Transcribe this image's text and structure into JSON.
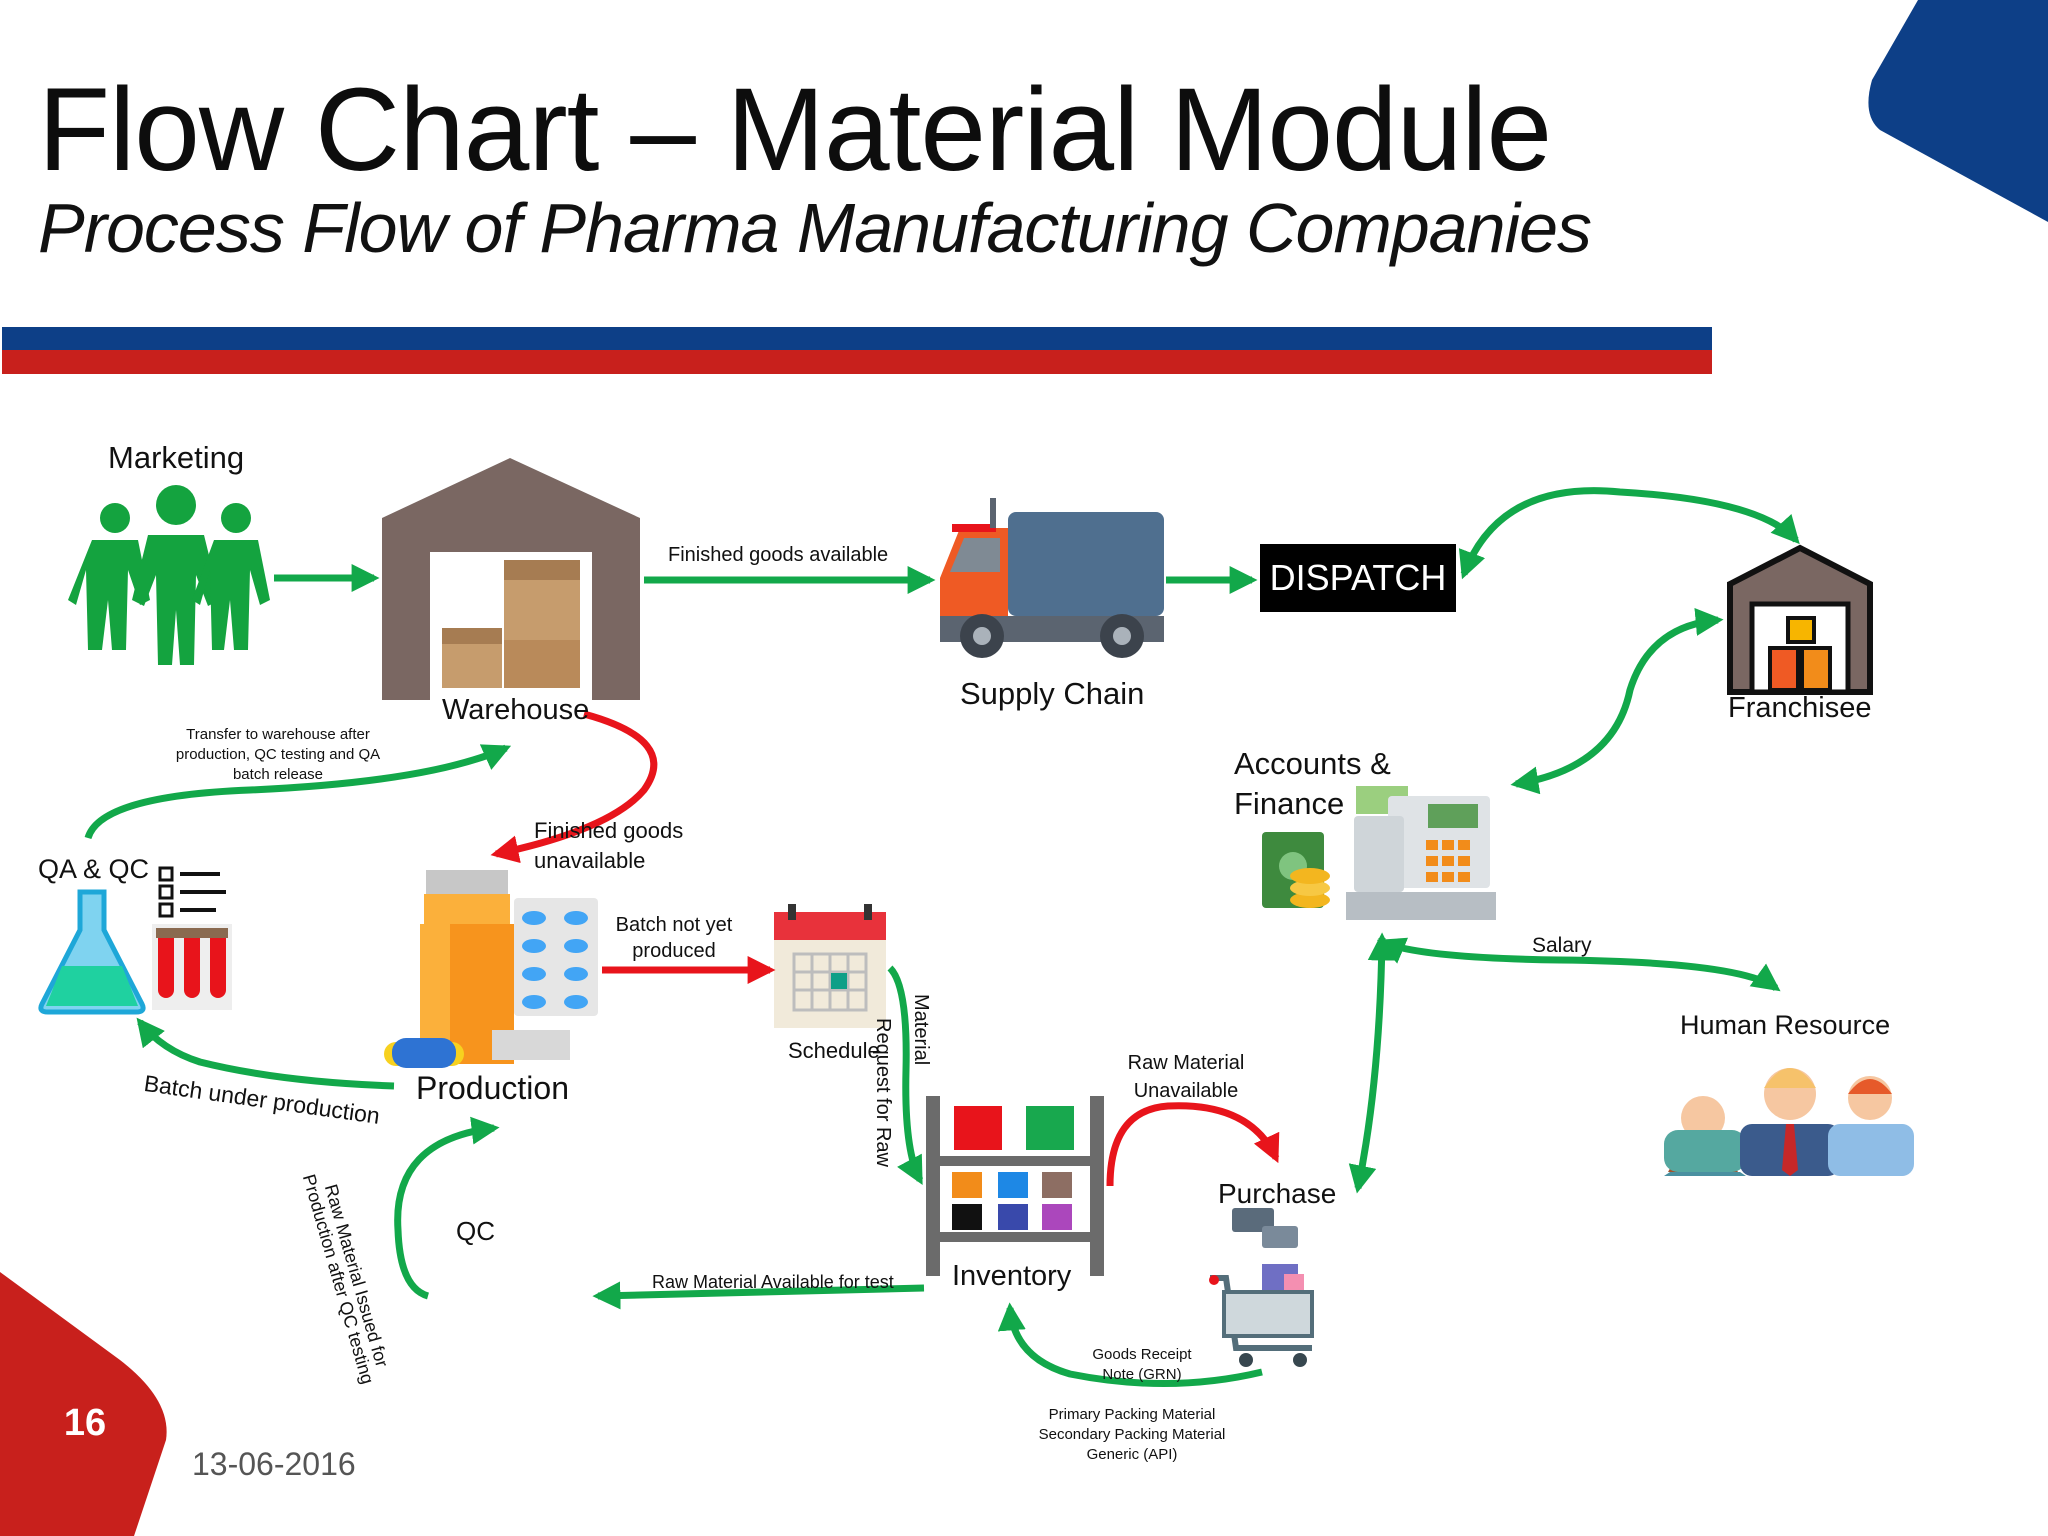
{
  "header": {
    "title": "Flow Chart – Material Module",
    "subtitle": "Process Flow of Pharma Manufacturing Companies"
  },
  "colors": {
    "flow_green": "#12a84a",
    "flow_red": "#e8141b",
    "brand_blue": "#0d3f87",
    "brand_red": "#c8201c"
  },
  "nodes": {
    "marketing": "Marketing",
    "warehouse": "Warehouse",
    "supply_chain": "Supply Chain",
    "dispatch": "DISPATCH",
    "franchisee": "Franchisee",
    "accounts_line1": "Accounts &",
    "accounts_line2": "Finance",
    "qa_qc": "QA & QC",
    "production": "Production",
    "schedule": "Schedule",
    "inventory": "Inventory",
    "purchase": "Purchase",
    "human_resource": "Human Resource",
    "qc": "QC"
  },
  "edges": {
    "finished_goods_available": "Finished goods available",
    "transfer_line1": "Transfer to warehouse after",
    "transfer_line2": "production, QC testing and QA",
    "transfer_line3": "batch release",
    "finished_goods_unavailable_line1": "Finished goods",
    "finished_goods_unavailable_line2": "unavailable",
    "batch_not_yet_line1": "Batch not yet",
    "batch_not_yet_line2": "produced",
    "request_raw_line1": "Request for Raw",
    "request_raw_line2": "Material",
    "raw_unavailable_line1": "Raw Material",
    "raw_unavailable_line2": "Unavailable",
    "salary": "Salary",
    "batch_under_production": "Batch under production",
    "raw_issued_line1": "Raw Material Issued for",
    "raw_issued_line2": "Production after QC testing",
    "raw_available_for_test": "Raw Material Available for test",
    "grn_line1": "Goods Receipt",
    "grn_line2": "Note (GRN)",
    "materials_line1": "Primary Packing Material",
    "materials_line2": "Secondary Packing Material",
    "materials_line3": "Generic (API)"
  },
  "icons": {
    "marketing": "business-team-icon",
    "warehouse": "warehouse-icon",
    "supply_chain": "truck-icon",
    "franchisee": "franchise-store-icon",
    "accounts": "cash-register-icon",
    "qa_qc": "lab-flask-checklist-icon",
    "production": "pill-bottle-blister-icon",
    "schedule": "calendar-icon",
    "inventory": "shelf-icon",
    "purchase": "shopping-cart-icon",
    "human_resource": "people-icon",
    "qc": "lab-flask-checklist-icon"
  },
  "footer": {
    "page_number": "16",
    "date": "13-06-2016"
  }
}
